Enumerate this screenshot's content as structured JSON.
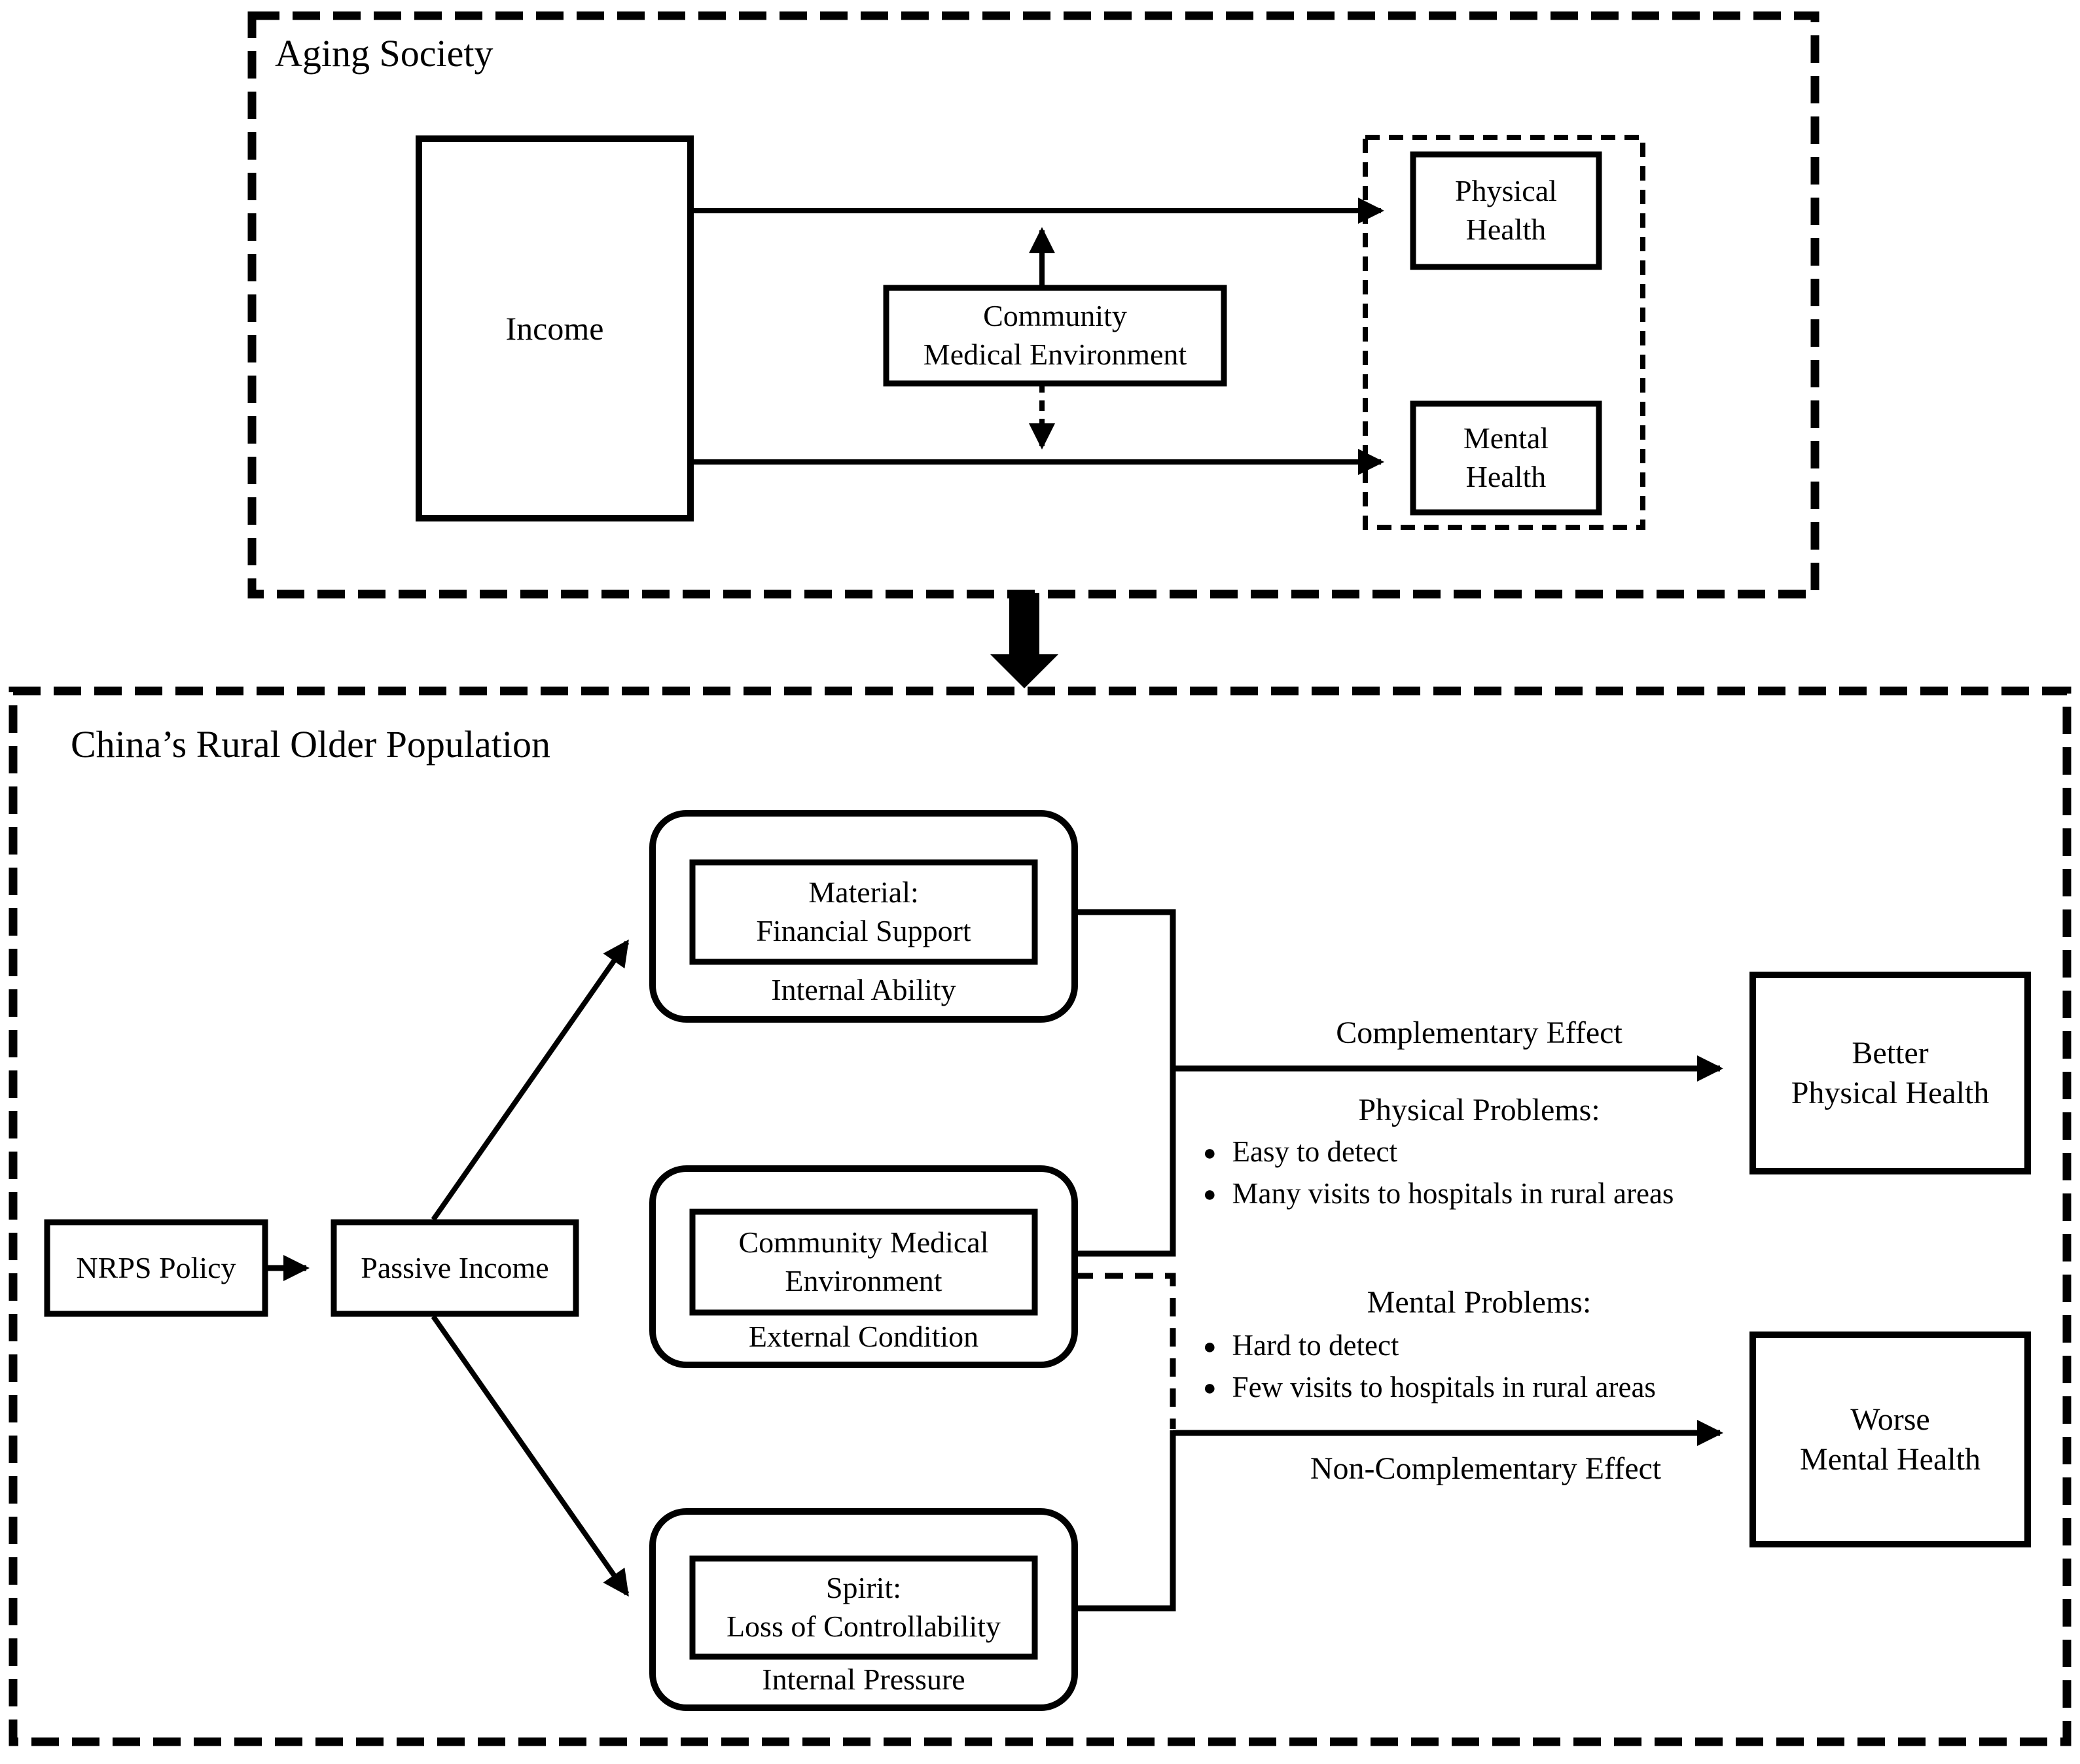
{
  "top_panel": {
    "title": "Aging Society",
    "income_box": "Income",
    "cme_box": "Community\nMedical Environment",
    "physical_box": "Physical\nHealth",
    "mental_box": "Mental\nHealth"
  },
  "bottom_panel": {
    "title": "China’s Rural Older Population",
    "nrps_box": "NRPS Policy",
    "passive_box": "Passive Income",
    "material": {
      "box": "Material:\nFinancial Support",
      "label": "Internal Ability"
    },
    "cme": {
      "box": "Community Medical\nEnvironment",
      "label": "External Condition"
    },
    "spirit": {
      "box": "Spirit:\nLoss of Controllability",
      "label": "Internal Pressure"
    },
    "physical_path": {
      "effect": "Complementary Effect",
      "heading": "Physical Problems:",
      "bullets": [
        "Easy to detect",
        "Many visits to hospitals in rural areas"
      ]
    },
    "mental_path": {
      "effect": "Non-Complementary Effect",
      "heading": "Mental Problems:",
      "bullets": [
        "Hard to detect",
        "Few visits to hospitals in rural areas"
      ]
    },
    "better_box": "Better\nPhysical Health",
    "worse_box": "Worse\nMental Health"
  },
  "icons": {
    "bullet": "●"
  },
  "colors": {
    "ink": "#000000",
    "background": "#ffffff"
  }
}
